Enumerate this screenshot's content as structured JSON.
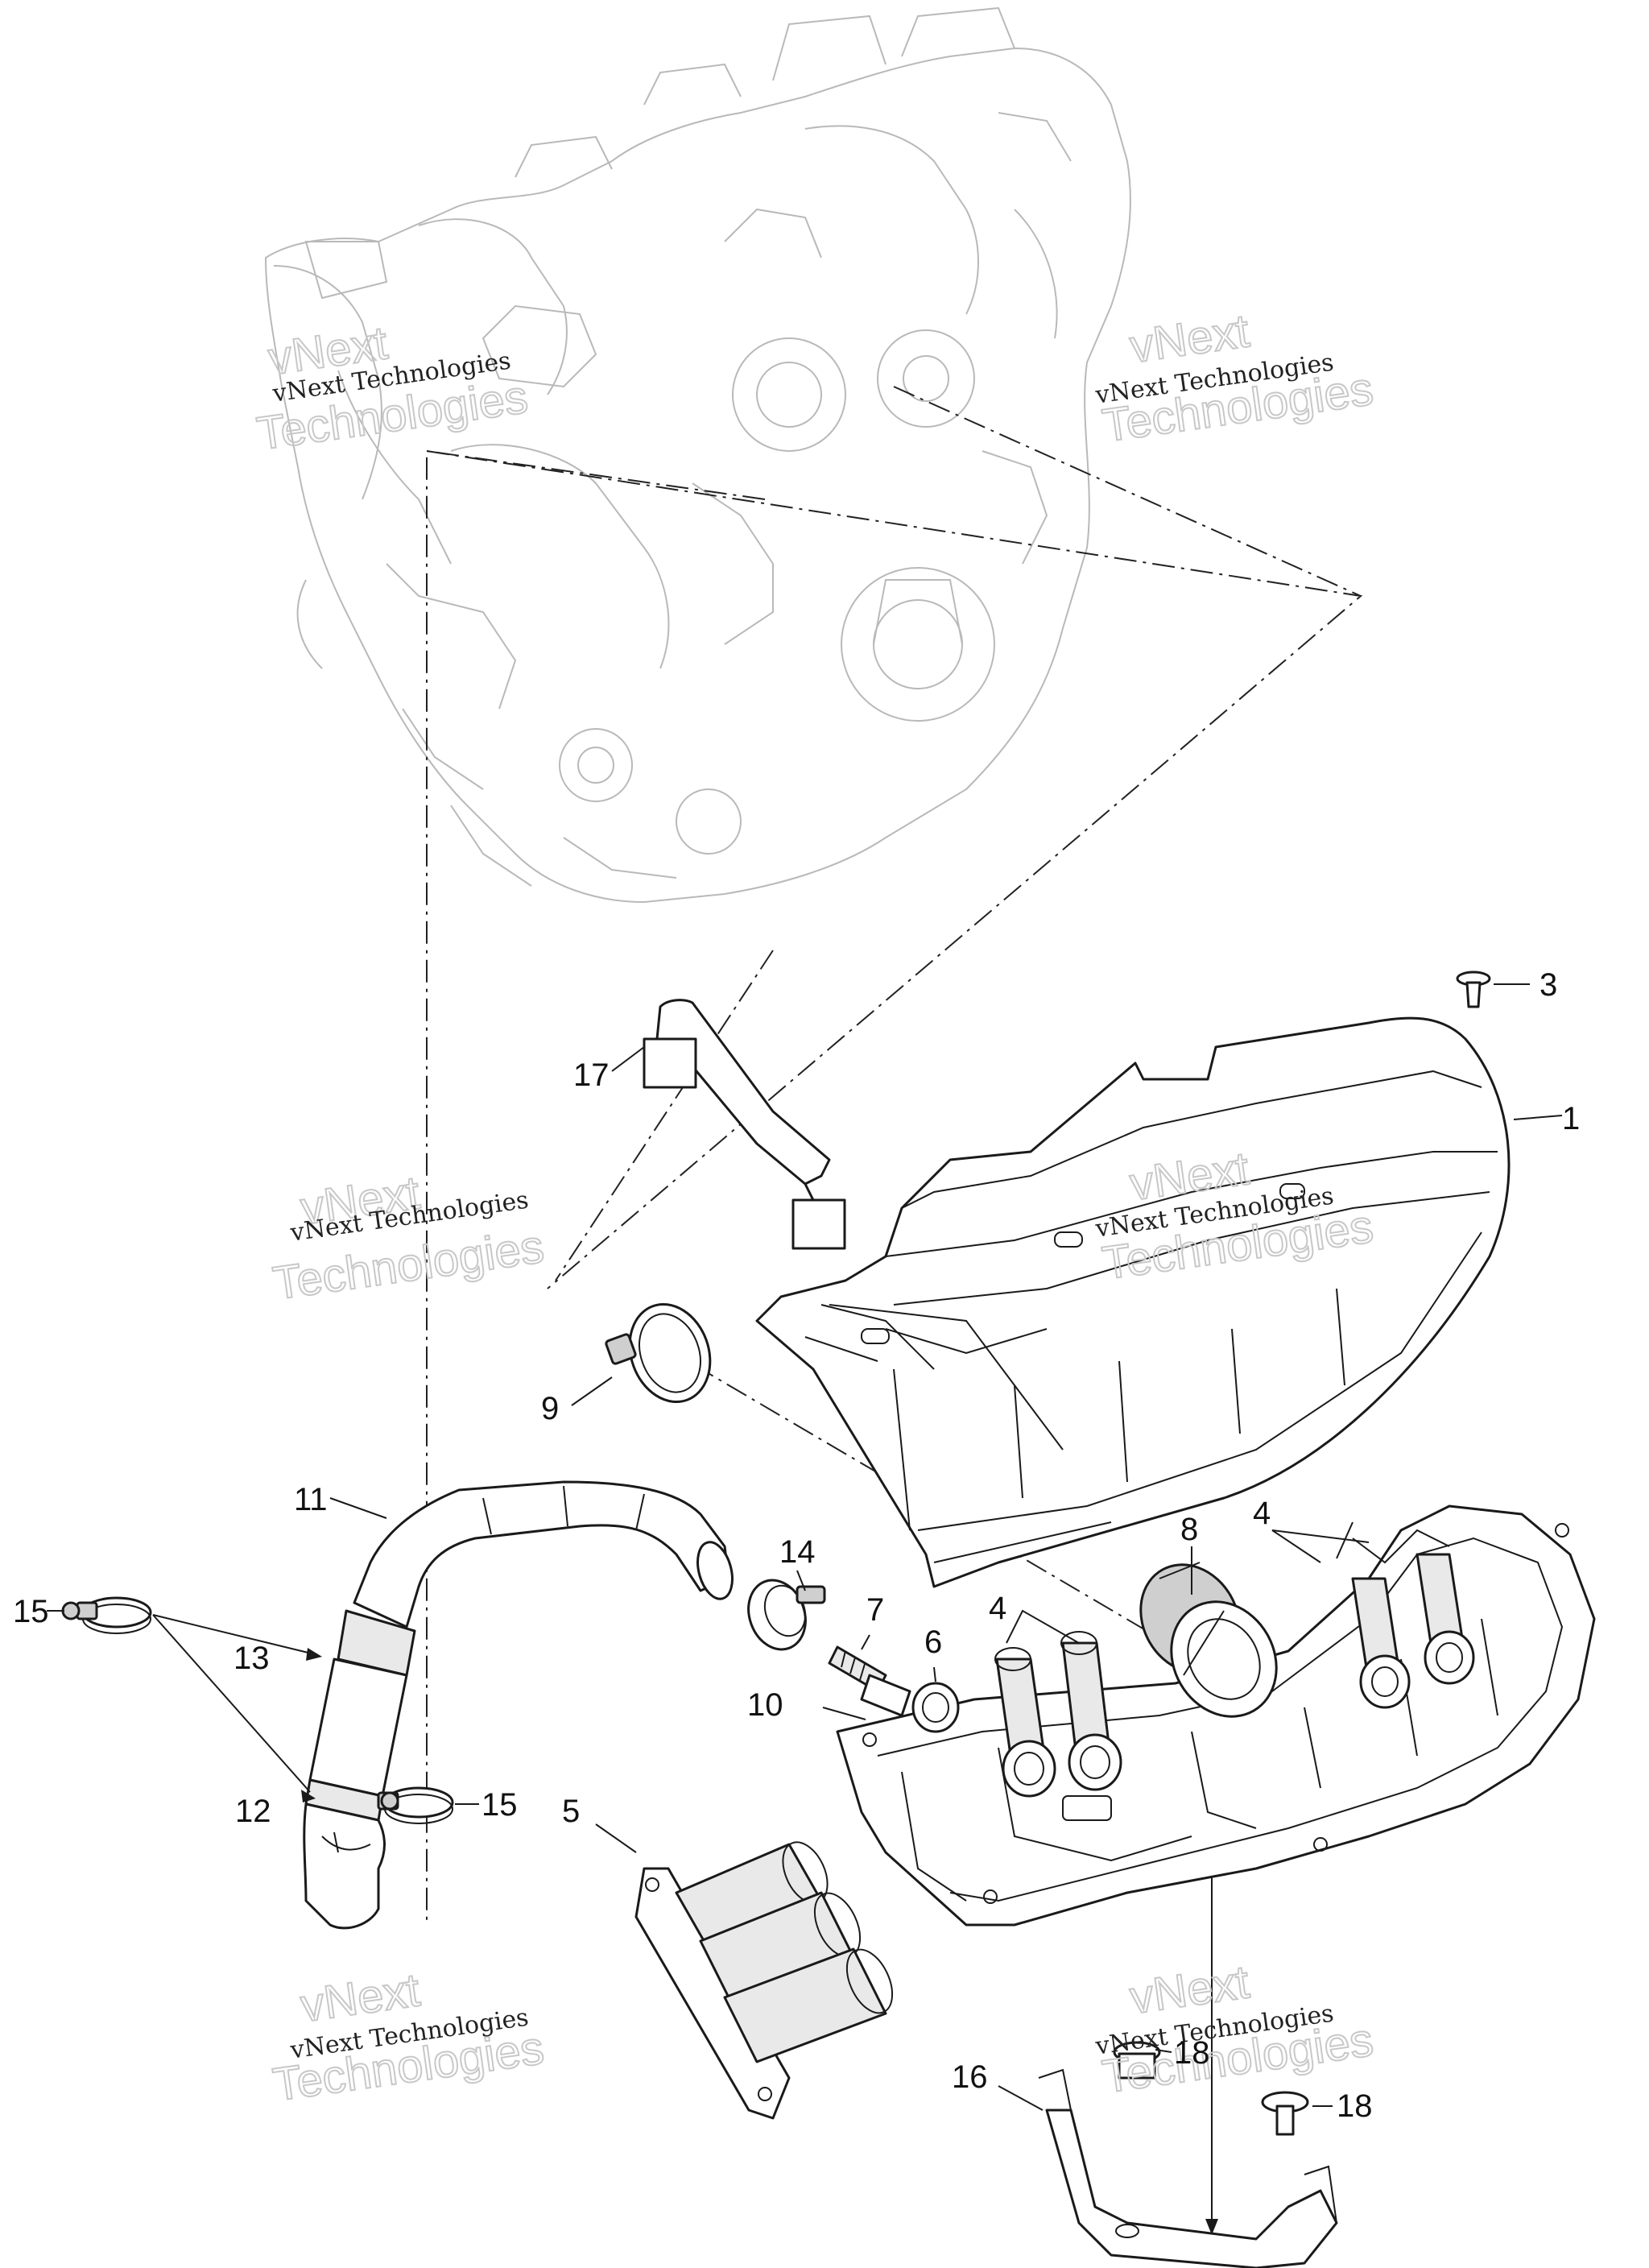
{
  "diagram": {
    "callouts": [
      {
        "id": "c3",
        "label": "3"
      },
      {
        "id": "c1",
        "label": "1"
      },
      {
        "id": "c17",
        "label": "17"
      },
      {
        "id": "c9",
        "label": "9"
      },
      {
        "id": "c11",
        "label": "11"
      },
      {
        "id": "c14",
        "label": "14"
      },
      {
        "id": "c8",
        "label": "8"
      },
      {
        "id": "c4a",
        "label": "4"
      },
      {
        "id": "c15a",
        "label": "15"
      },
      {
        "id": "c7",
        "label": "7"
      },
      {
        "id": "c4b",
        "label": "4"
      },
      {
        "id": "c6",
        "label": "6"
      },
      {
        "id": "c13",
        "label": "13"
      },
      {
        "id": "c10",
        "label": "10"
      },
      {
        "id": "c12",
        "label": "12"
      },
      {
        "id": "c15b",
        "label": "15"
      },
      {
        "id": "c5",
        "label": "5"
      },
      {
        "id": "c18a",
        "label": "18"
      },
      {
        "id": "c16",
        "label": "16"
      },
      {
        "id": "c18b",
        "label": "18"
      }
    ],
    "watermark": {
      "line1": "vNext Technologies",
      "line2a": "vNext",
      "line2b": "Technologies"
    }
  }
}
